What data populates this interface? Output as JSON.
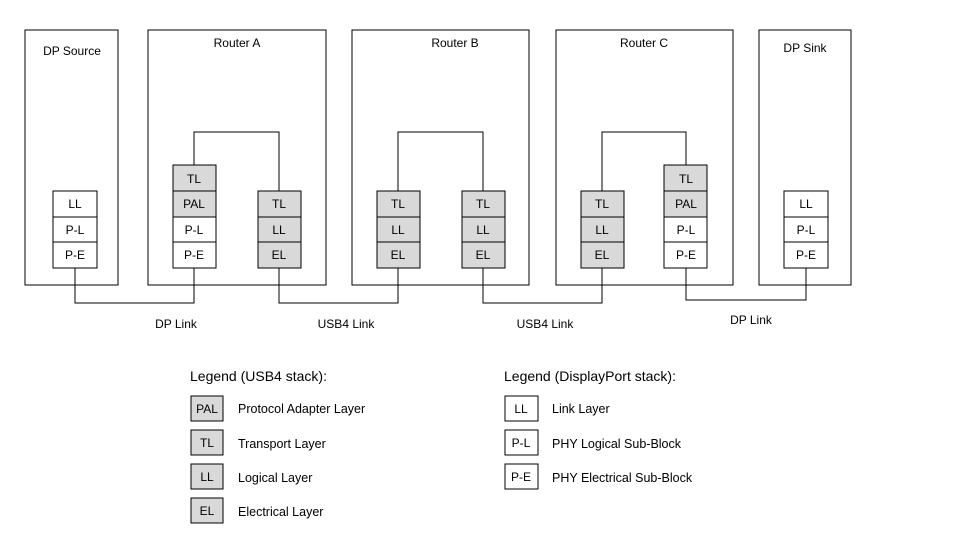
{
  "colors": {
    "usb4_fill": "#d9d9d9",
    "dp_fill": "#ffffff",
    "line": "#000000"
  },
  "nodes": {
    "dp_source": "DP Source",
    "router_a": "Router A",
    "router_b": "Router B",
    "router_c": "Router C",
    "dp_sink": "DP Sink"
  },
  "layers": {
    "ll": "LL",
    "pl": "P-L",
    "pe": "P-E",
    "tl": "TL",
    "pal": "PAL",
    "el": "EL"
  },
  "links": {
    "dp_link_1": "DP Link",
    "usb4_link_1": "USB4 Link",
    "usb4_link_2": "USB4 Link",
    "dp_link_2": "DP Link"
  },
  "legend_usb4": {
    "heading": "Legend (USB4 stack):",
    "items": [
      {
        "abbr": "PAL",
        "desc": "Protocol Adapter Layer"
      },
      {
        "abbr": "TL",
        "desc": "Transport Layer"
      },
      {
        "abbr": "LL",
        "desc": "Logical Layer"
      },
      {
        "abbr": "EL",
        "desc": "Electrical Layer"
      }
    ]
  },
  "legend_dp": {
    "heading": "Legend (DisplayPort stack):",
    "items": [
      {
        "abbr": "LL",
        "desc": "Link Layer"
      },
      {
        "abbr": "P-L",
        "desc": "PHY Logical Sub-Block"
      },
      {
        "abbr": "P-E",
        "desc": "PHY Electrical Sub-Block"
      }
    ]
  }
}
